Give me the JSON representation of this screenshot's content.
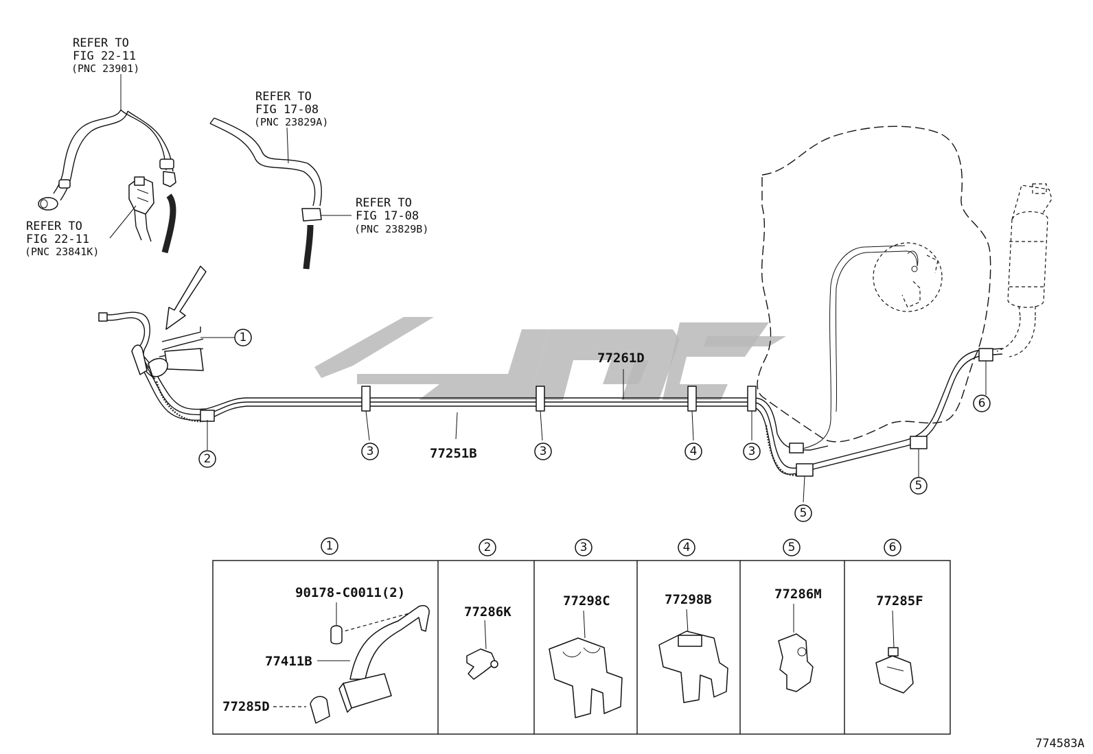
{
  "refs": {
    "r1": {
      "l1": "REFER TO",
      "l2": "FIG 22-11",
      "l3": "(PNC 23901)"
    },
    "r2": {
      "l1": "REFER TO",
      "l2": "FIG 17-08",
      "l3": "(PNC 23829A)"
    },
    "r3": {
      "l1": "REFER TO",
      "l2": "FIG 17-08",
      "l3": "(PNC 23829B)"
    },
    "r4": {
      "l1": "REFER TO",
      "l2": "FIG 22-11",
      "l3": "(PNC 23841K)"
    }
  },
  "parts": {
    "line_main": "77251B",
    "line_vapor": "77261D"
  },
  "callouts": {
    "c1": "1",
    "c2": "2",
    "c3": "3",
    "c4": "4",
    "c5": "5",
    "c6": "6"
  },
  "table": {
    "headers": [
      "1",
      "2",
      "3",
      "4",
      "5",
      "6"
    ],
    "cell1": {
      "bolt": "90178-C0011(2)",
      "bracket": "77411B",
      "clamp": "77285D"
    },
    "cell2": "77286K",
    "cell3": "77298C",
    "cell4": "77298B",
    "cell5": "77286M",
    "cell6": "77285F"
  },
  "figure_code": "774583A"
}
